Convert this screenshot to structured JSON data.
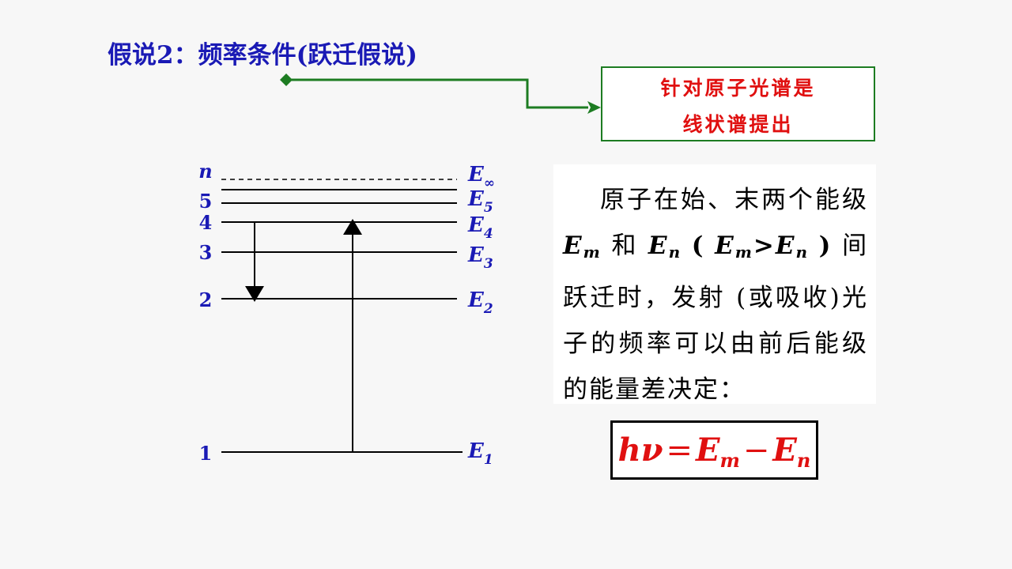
{
  "title": "假说2：频率条件(跃迁假说)",
  "callout": {
    "line1": "针对原子光谱是",
    "line2": "线状谱提出"
  },
  "diagram": {
    "levels": [
      {
        "n": "n",
        "E": "E",
        "sub": "∞",
        "dashed": true
      },
      {
        "n": "5",
        "E": "E",
        "sub": "5",
        "dashed": false
      },
      {
        "n": "4",
        "E": "E",
        "sub": "4",
        "dashed": false
      },
      {
        "n": "3",
        "E": "E",
        "sub": "3",
        "dashed": false
      },
      {
        "n": "2",
        "E": "E",
        "sub": "2",
        "dashed": false
      },
      {
        "n": "1",
        "E": "E",
        "sub": "1",
        "dashed": false
      }
    ],
    "transitions": [
      {
        "from": "4",
        "to": "2",
        "direction": "down"
      },
      {
        "from": "1",
        "to": "4",
        "direction": "up"
      }
    ]
  },
  "explanation": {
    "p1": "原子在始、末两个能级",
    "Em_E": "E",
    "Em_sub": "m",
    "and": "和",
    "En_E": "E",
    "En_sub": "n",
    "paren_open": "(",
    "gt": ">",
    "paren_close": ")",
    "p2": "间跃迁时，发射 (或吸收)光子的频率可以由前后能级的能量差决定："
  },
  "formula": {
    "lhs": "hν",
    "eq": "=",
    "E1": "E",
    "sub1": "m",
    "minus": "−",
    "E2": "E",
    "sub2": "n"
  },
  "colors": {
    "title": "#1a1ab5",
    "callout_border": "#1d7c22",
    "callout_text": "#e01010",
    "level_label": "#1a1ab5",
    "formula": "#e01010"
  }
}
